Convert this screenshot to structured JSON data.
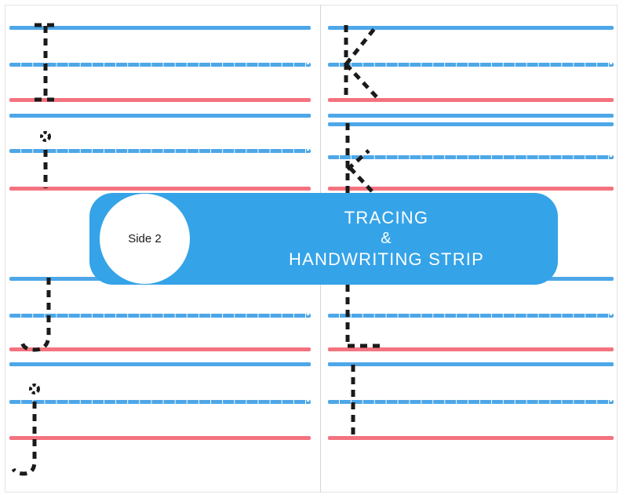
{
  "document": {
    "title": "Tracing & Handwriting Strip",
    "side_label": "Side 2",
    "banner_lines": [
      "TRACING",
      "&",
      "HANDWRITING STRIP"
    ],
    "colors": {
      "banner_blue": "#35a3e8",
      "rule_blue": "#4da7e8",
      "rule_red": "#f4737f",
      "trace_black": "#1a1a1a",
      "paper_white": "#ffffff",
      "divider_gray": "#d5d5d5"
    }
  },
  "practice_rows": [
    {
      "column": "left",
      "index": 1,
      "letter": "I",
      "letter_case": "uppercase",
      "description": "Capital I with top and bottom serif bars"
    },
    {
      "column": "left",
      "index": 2,
      "letter": "i",
      "letter_case": "lowercase",
      "description": "Lowercase i with dot above midline"
    },
    {
      "column": "left",
      "index": 3,
      "letter": "J",
      "letter_case": "uppercase",
      "description": "Capital J with bottom left hook"
    },
    {
      "column": "left",
      "index": 4,
      "letter": "j",
      "letter_case": "lowercase",
      "description": "Lowercase j with dot and descender hook"
    },
    {
      "column": "right",
      "index": 1,
      "letter": "K",
      "letter_case": "uppercase",
      "description": "Capital K with stem and two diagonal arms"
    },
    {
      "column": "right",
      "index": 2,
      "letter": "k",
      "letter_case": "lowercase",
      "description": "Lowercase k with ascender and small arms"
    },
    {
      "column": "right",
      "index": 3,
      "letter": "L",
      "letter_case": "uppercase",
      "description": "Capital L with baseline foot"
    },
    {
      "column": "right",
      "index": 4,
      "letter": "l",
      "letter_case": "lowercase",
      "description": "Lowercase l single vertical stroke"
    }
  ],
  "rule_guides": {
    "line_types": [
      "solid-top",
      "dashed-midline",
      "solid-red-baseline",
      "solid-bottom"
    ],
    "rows_per_column": 4
  }
}
